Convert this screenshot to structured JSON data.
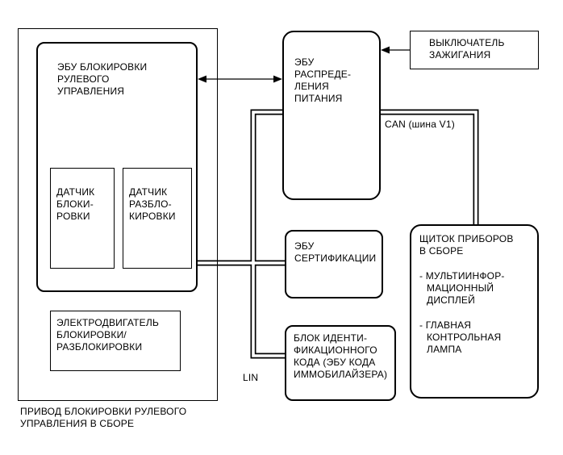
{
  "diagram": {
    "title_caption": "ПРИВОД БЛОКИРОВКИ РУЛЕВОГО\nУПРАВЛЕНИЯ В СБОРЕ",
    "blocks": {
      "steering_lock_ecu": "ЭБУ БЛОКИРОВКИ\nРУЛЕВОГО\nУПРАВЛЕНИЯ",
      "lock_sensor": "ДАТЧИК\nБЛОКИ-\nРОВКИ",
      "unlock_sensor": "ДАТЧИК\nРАЗБЛО-\nКИРОВКИ",
      "lock_unlock_motor": "ЭЛЕКТРОДВИГАТЕЛЬ\nБЛОКИРОВКИ/\nРАЗБЛОКИРОВКИ",
      "power_distribution_ecu": "ЭБУ\nРАСПРЕДЕ-\nЛЕНИЯ\nПИТАНИЯ",
      "ignition_switch": "ВЫКЛЮЧАТЕЛЬ\nЗАЖИГАНИЯ",
      "certification_ecu": "ЭБУ\nСЕРТИФИКАЦИИ",
      "id_code_box": "БЛОК ИДЕНТИ-\nФИКАЦИОННОГО\nКОДА (ЭБУ КОДА\nИММОБИЛАЙЗЕРА)",
      "instrument_cluster": {
        "title": "ЩИТОК ПРИБОРОВ\nВ СБОРЕ",
        "items": [
          "- МУЛЬТИИНФОР-\nМАЦИОННЫЙ\nДИСПЛЕЙ",
          "- ГЛАВНАЯ\nКОНТРОЛЬНАЯ\nЛАМПА"
        ]
      }
    },
    "bus_labels": {
      "can": "CAN (шина V1)",
      "lin": "LIN"
    },
    "colors": {
      "line": "#000000",
      "background": "#ffffff"
    }
  }
}
